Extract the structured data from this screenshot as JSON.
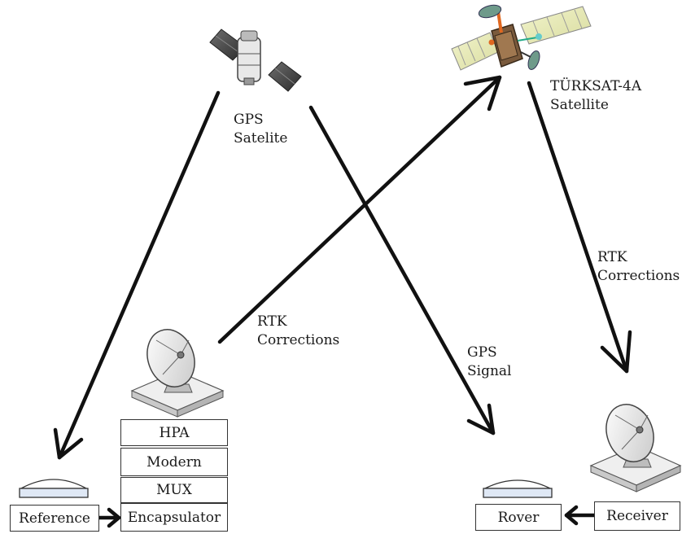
{
  "labels": {
    "gps_satellite": [
      "GPS",
      "Satelite"
    ],
    "turksat_satellite": [
      "TÜRKSAT-4A",
      "Satellite"
    ],
    "rtk_corrections_uplink": [
      "RTK",
      "Corrections"
    ],
    "rtk_corrections_downlink": [
      "RTK",
      "Corrections"
    ],
    "gps_signal": [
      "GPS",
      "Signal"
    ]
  },
  "stack": {
    "hpa": "HPA",
    "modem": "Modern",
    "mux": "MUX",
    "encapsulator": "Encapsulator"
  },
  "boxes": {
    "reference": "Reference",
    "rover": "Rover",
    "receiver": "Receiver"
  },
  "icons": [
    "gps-satellite-icon",
    "turksat-satellite-icon",
    "satellite-dish-icon",
    "gnss-antenna-icon"
  ]
}
